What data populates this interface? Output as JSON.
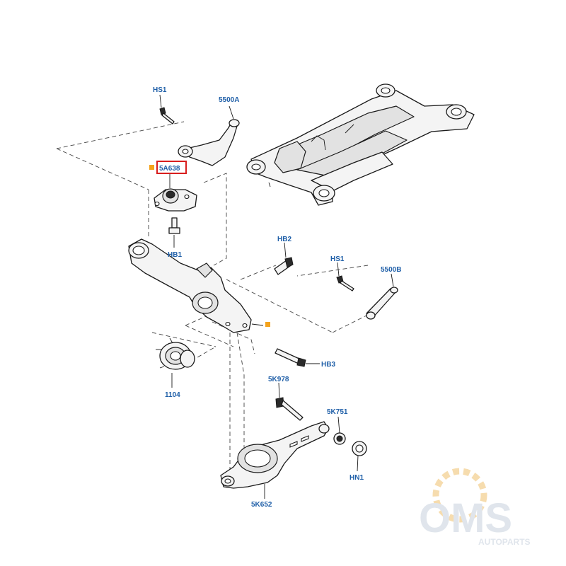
{
  "labels": {
    "hs1_top": "HS1",
    "p5500a": "5500A",
    "p5a638": "5A638",
    "hb1": "HB1",
    "hb2": "HB2",
    "hs1_right": "HS1",
    "p5500b": "5500B",
    "hb3": "HB3",
    "p1104": "1104",
    "p5k978": "5K978",
    "p5k751": "5K751",
    "hn1": "HN1",
    "p5k652": "5K652"
  },
  "watermark": {
    "brand": "OMS",
    "sub": "AUTOPARTS"
  },
  "colors": {
    "label_blue": "#1f5fa8",
    "highlight_red": "#d81e1e",
    "marker_orange": "#f4a31c",
    "watermark_gray": "#dde3ea"
  }
}
